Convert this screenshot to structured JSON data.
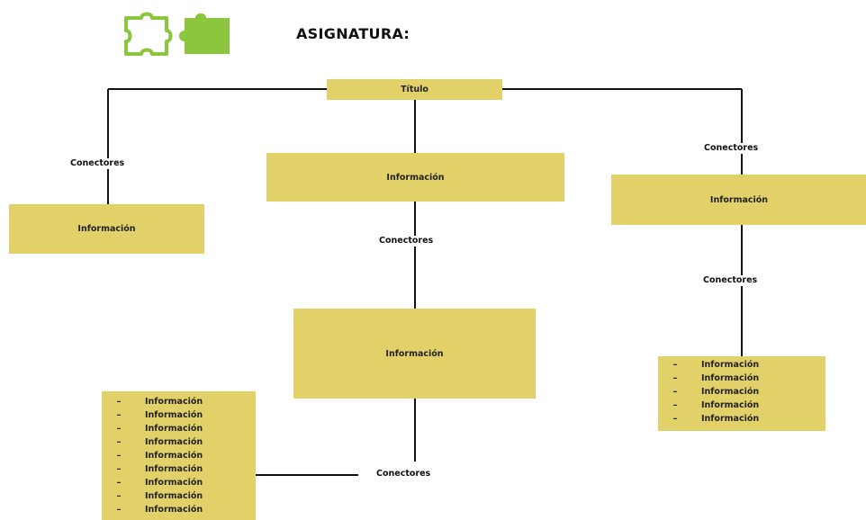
{
  "header": {
    "heading": "ASIGNATURA:"
  },
  "icons": {
    "logo": "puzzle-icon",
    "accent": "#8cc63f",
    "outline": "#8cc63f"
  },
  "colors": {
    "box_fill": "#e2d168",
    "line": "#111111"
  },
  "diagram": {
    "title_box": "Título",
    "left": {
      "connector": "Conectores",
      "box": "Información"
    },
    "center": {
      "box_top": "Información",
      "connector_1": "Conectores",
      "box_mid": "Información",
      "connector_2": "Conectores",
      "list": [
        "Información",
        "Información",
        "Información",
        "Información",
        "Información",
        "Información",
        "Información",
        "Información",
        "Información"
      ]
    },
    "right": {
      "connector_1": "Conectores",
      "box": "Información",
      "connector_2": "Conectores",
      "list": [
        "Información",
        "Información",
        "Información",
        "Información",
        "Información"
      ]
    },
    "list_bullet": "–"
  }
}
